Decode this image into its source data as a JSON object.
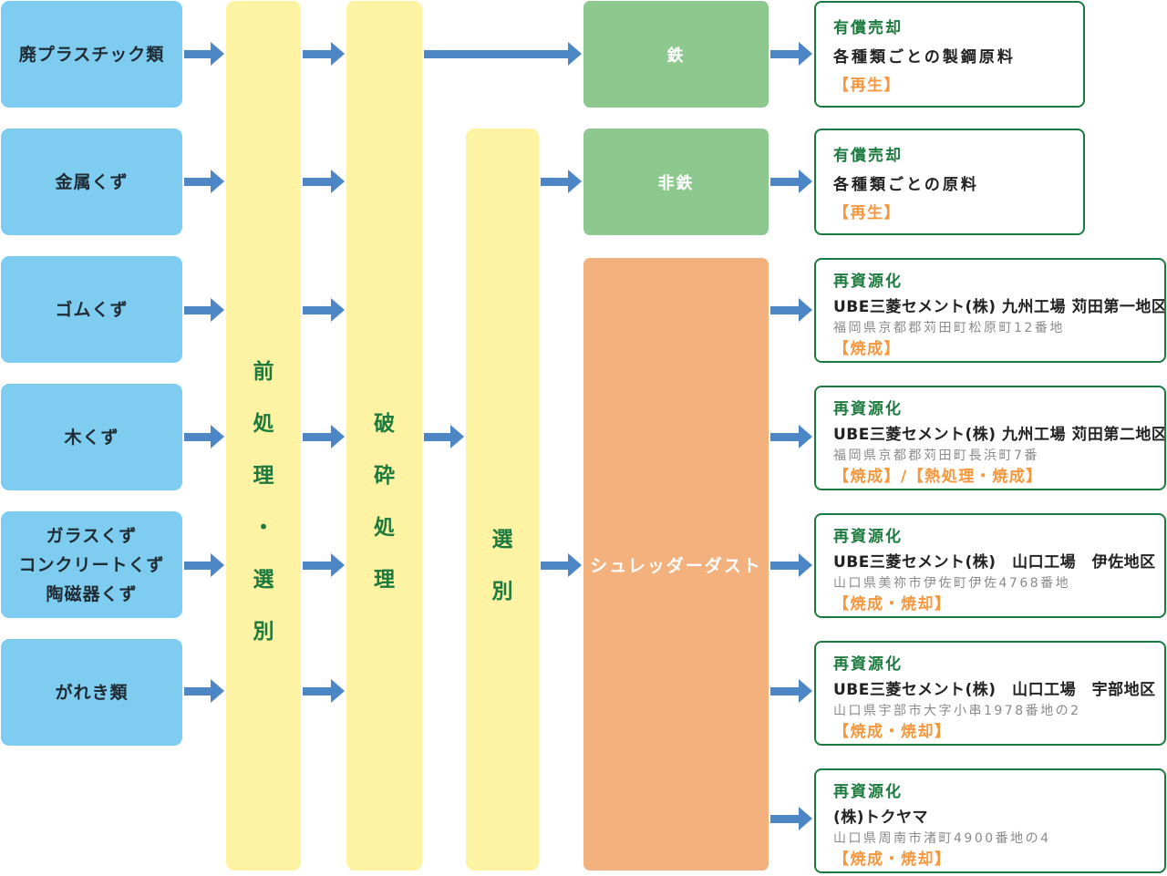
{
  "sources": [
    {
      "id": "waste-plastics",
      "label": "廃プラスチック類"
    },
    {
      "id": "metal-scrap",
      "label": "金属くず"
    },
    {
      "id": "rubber-scrap",
      "label": "ゴムくず"
    },
    {
      "id": "wood-scrap",
      "label": "木くず"
    },
    {
      "id": "glass-concrete-ceramic-scrap",
      "label": "ガラスくず\nコンクリートくず\n陶磁器くず"
    },
    {
      "id": "debris",
      "label": "がれき類"
    }
  ],
  "process_steps": [
    {
      "id": "pretreatment-sorting",
      "label": "前処理・選別"
    },
    {
      "id": "crushing",
      "label": "破砕処理"
    },
    {
      "id": "sorting",
      "label": "選別"
    }
  ],
  "intermediates": [
    {
      "id": "iron",
      "label": "鉄"
    },
    {
      "id": "non-ferrous",
      "label": "非鉄"
    },
    {
      "id": "shredder-dust",
      "label": "シュレッダーダスト"
    }
  ],
  "destinations": [
    {
      "id": "dest-1",
      "category": "有償売却",
      "title": "各種類ごとの製鋼原料",
      "address": "",
      "method": "【再生】"
    },
    {
      "id": "dest-2",
      "category": "有償売却",
      "title": "各種類ごとの原料",
      "address": "",
      "method": "【再生】"
    },
    {
      "id": "dest-3",
      "category": "再資源化",
      "title": "UBE三菱セメント(株) 九州工場 苅田第一地区",
      "address": "福岡県京都郡苅田町松原町12番地",
      "method": "【焼成】"
    },
    {
      "id": "dest-4",
      "category": "再資源化",
      "title": "UBE三菱セメント(株) 九州工場 苅田第二地区",
      "address": "福岡県京都郡苅田町長浜町7番",
      "method": "【焼成】/【熱処理・焼成】"
    },
    {
      "id": "dest-5",
      "category": "再資源化",
      "title": "UBE三菱セメント(株)　山口工場　伊佐地区",
      "address": "山口県美祢市伊佐町伊佐4768番地",
      "method": "【焼成・焼却】"
    },
    {
      "id": "dest-6",
      "category": "再資源化",
      "title": "UBE三菱セメント(株)　山口工場　宇部地区",
      "address": "山口県宇部市大字小串1978番地の2",
      "method": "【焼成・焼却】"
    },
    {
      "id": "dest-7",
      "category": "再資源化",
      "title": "(株)トクヤマ",
      "address": "山口県周南市渚町4900番地の4",
      "method": "【焼成・焼却】"
    }
  ],
  "edges": [
    {
      "from": "waste-plastics",
      "to": "pretreatment-sorting",
      "row": 0
    },
    {
      "from": "pretreatment-sorting",
      "to": "crushing",
      "row": 0
    },
    {
      "from": "crushing",
      "to": "iron",
      "row": 0
    },
    {
      "from": "iron",
      "to": "dest-1",
      "row": 0
    },
    {
      "from": "metal-scrap",
      "to": "pretreatment-sorting",
      "row": 1
    },
    {
      "from": "pretreatment-sorting",
      "to": "crushing",
      "row": 1
    },
    {
      "from": "sorting",
      "to": "non-ferrous",
      "row": 1
    },
    {
      "from": "non-ferrous",
      "to": "dest-2",
      "row": 1
    },
    {
      "from": "rubber-scrap",
      "to": "pretreatment-sorting",
      "row": 2
    },
    {
      "from": "pretreatment-sorting",
      "to": "crushing",
      "row": 2
    },
    {
      "from": "shredder-dust",
      "to": "dest-3",
      "row": 2
    },
    {
      "from": "wood-scrap",
      "to": "pretreatment-sorting",
      "row": 3
    },
    {
      "from": "pretreatment-sorting",
      "to": "crushing",
      "row": 3
    },
    {
      "from": "crushing",
      "to": "sorting",
      "row": 3
    },
    {
      "from": "shredder-dust",
      "to": "dest-4",
      "row": 3
    },
    {
      "from": "glass-concrete-ceramic-scrap",
      "to": "pretreatment-sorting",
      "row": 4
    },
    {
      "from": "pretreatment-sorting",
      "to": "crushing",
      "row": 4
    },
    {
      "from": "sorting",
      "to": "shredder-dust",
      "row": 4
    },
    {
      "from": "shredder-dust",
      "to": "dest-5",
      "row": 4
    },
    {
      "from": "debris",
      "to": "pretreatment-sorting",
      "row": 5
    },
    {
      "from": "pretreatment-sorting",
      "to": "crushing",
      "row": 5
    },
    {
      "from": "shredder-dust",
      "to": "dest-6",
      "row": 5
    },
    {
      "from": "shredder-dust",
      "to": "dest-7",
      "row": 6
    }
  ],
  "colors": {
    "source_box": "#7ecdf0",
    "process_column": "#fdf3a2",
    "process_text": "#1d7a3e",
    "intermediate_green": "#8dc98f",
    "intermediate_orange": "#f3b17e",
    "arrow": "#4d86c5",
    "destination_border": "#1a7a40",
    "category_text": "#1d7a3e",
    "method_text": "#f6973d",
    "address_text": "#8a8a8a"
  }
}
